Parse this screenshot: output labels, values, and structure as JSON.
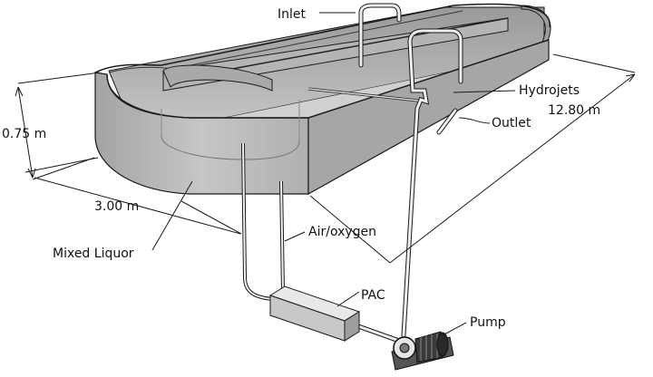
{
  "labels": {
    "inlet": "Inlet",
    "hydrojets": "Hydrojets",
    "outlet": "Outlet",
    "length": "12.80 m",
    "height": "0.75 m",
    "width": "3.00 m",
    "air_oxygen": "Air/oxygen",
    "mixed_liquor": "Mixed Liquor",
    "pac": "PAC",
    "pump": "Pump"
  },
  "colors": {
    "wall_fill": "#b9b9b9",
    "wall_dark": "#8a8a8a",
    "floor": "#d4d4d4",
    "outline": "#1a1a1a",
    "pipe": "#e8e8e8",
    "pump": "#3a3a3a"
  }
}
